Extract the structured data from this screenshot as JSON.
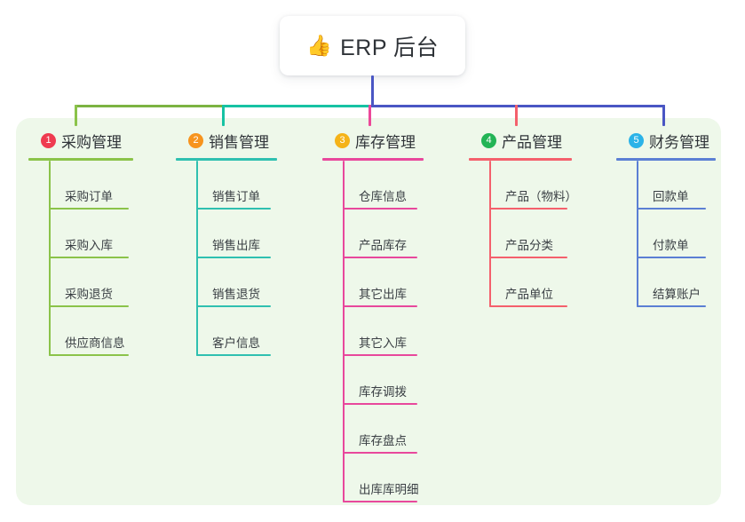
{
  "root": {
    "emoji": "👍",
    "emoji_icon_name": "thumbs-up-icon",
    "title": "ERP 后台"
  },
  "colors": {
    "panel_background": "#eef8ea",
    "page_background": "#ffffff",
    "root_stem": "#4a56c4",
    "trunk_left": "#7cb342",
    "trunk_mid": "#16c2a3",
    "trunk_right": "#4a56c4"
  },
  "columns": [
    {
      "index": "1",
      "title": "采购管理",
      "badge_color": "#ef3b50",
      "line_color": "#8bc34a",
      "drop_color": "#8bc34a",
      "items": [
        {
          "label": "采购订单"
        },
        {
          "label": "采购入库"
        },
        {
          "label": "采购退货"
        },
        {
          "label": "供应商信息"
        }
      ]
    },
    {
      "index": "2",
      "title": "销售管理",
      "badge_color": "#f7941e",
      "line_color": "#2fc0b0",
      "drop_color": "#16c2a3",
      "items": [
        {
          "label": "销售订单"
        },
        {
          "label": "销售出库"
        },
        {
          "label": "销售退货"
        },
        {
          "label": "客户信息"
        }
      ]
    },
    {
      "index": "3",
      "title": "库存管理",
      "badge_color": "#f5b319",
      "line_color": "#e8489c",
      "drop_color": "#ec4899",
      "items": [
        {
          "label": "仓库信息"
        },
        {
          "label": "产品库存"
        },
        {
          "label": "其它出库"
        },
        {
          "label": "其它入库"
        },
        {
          "label": "库存调拨"
        },
        {
          "label": "库存盘点"
        },
        {
          "label": "出库库明细"
        }
      ]
    },
    {
      "index": "4",
      "title": "产品管理",
      "badge_color": "#22b455",
      "line_color": "#f4606c",
      "drop_color": "#f4606c",
      "items": [
        {
          "label": "产品（物料）"
        },
        {
          "label": "产品分类"
        },
        {
          "label": "产品单位"
        }
      ]
    },
    {
      "index": "5",
      "title": "财务管理",
      "badge_color": "#2bb3e8",
      "line_color": "#5b7fd4",
      "drop_color": "#4a56c4",
      "items": [
        {
          "label": "回款单"
        },
        {
          "label": "付款单"
        },
        {
          "label": "结算账户"
        }
      ]
    }
  ]
}
